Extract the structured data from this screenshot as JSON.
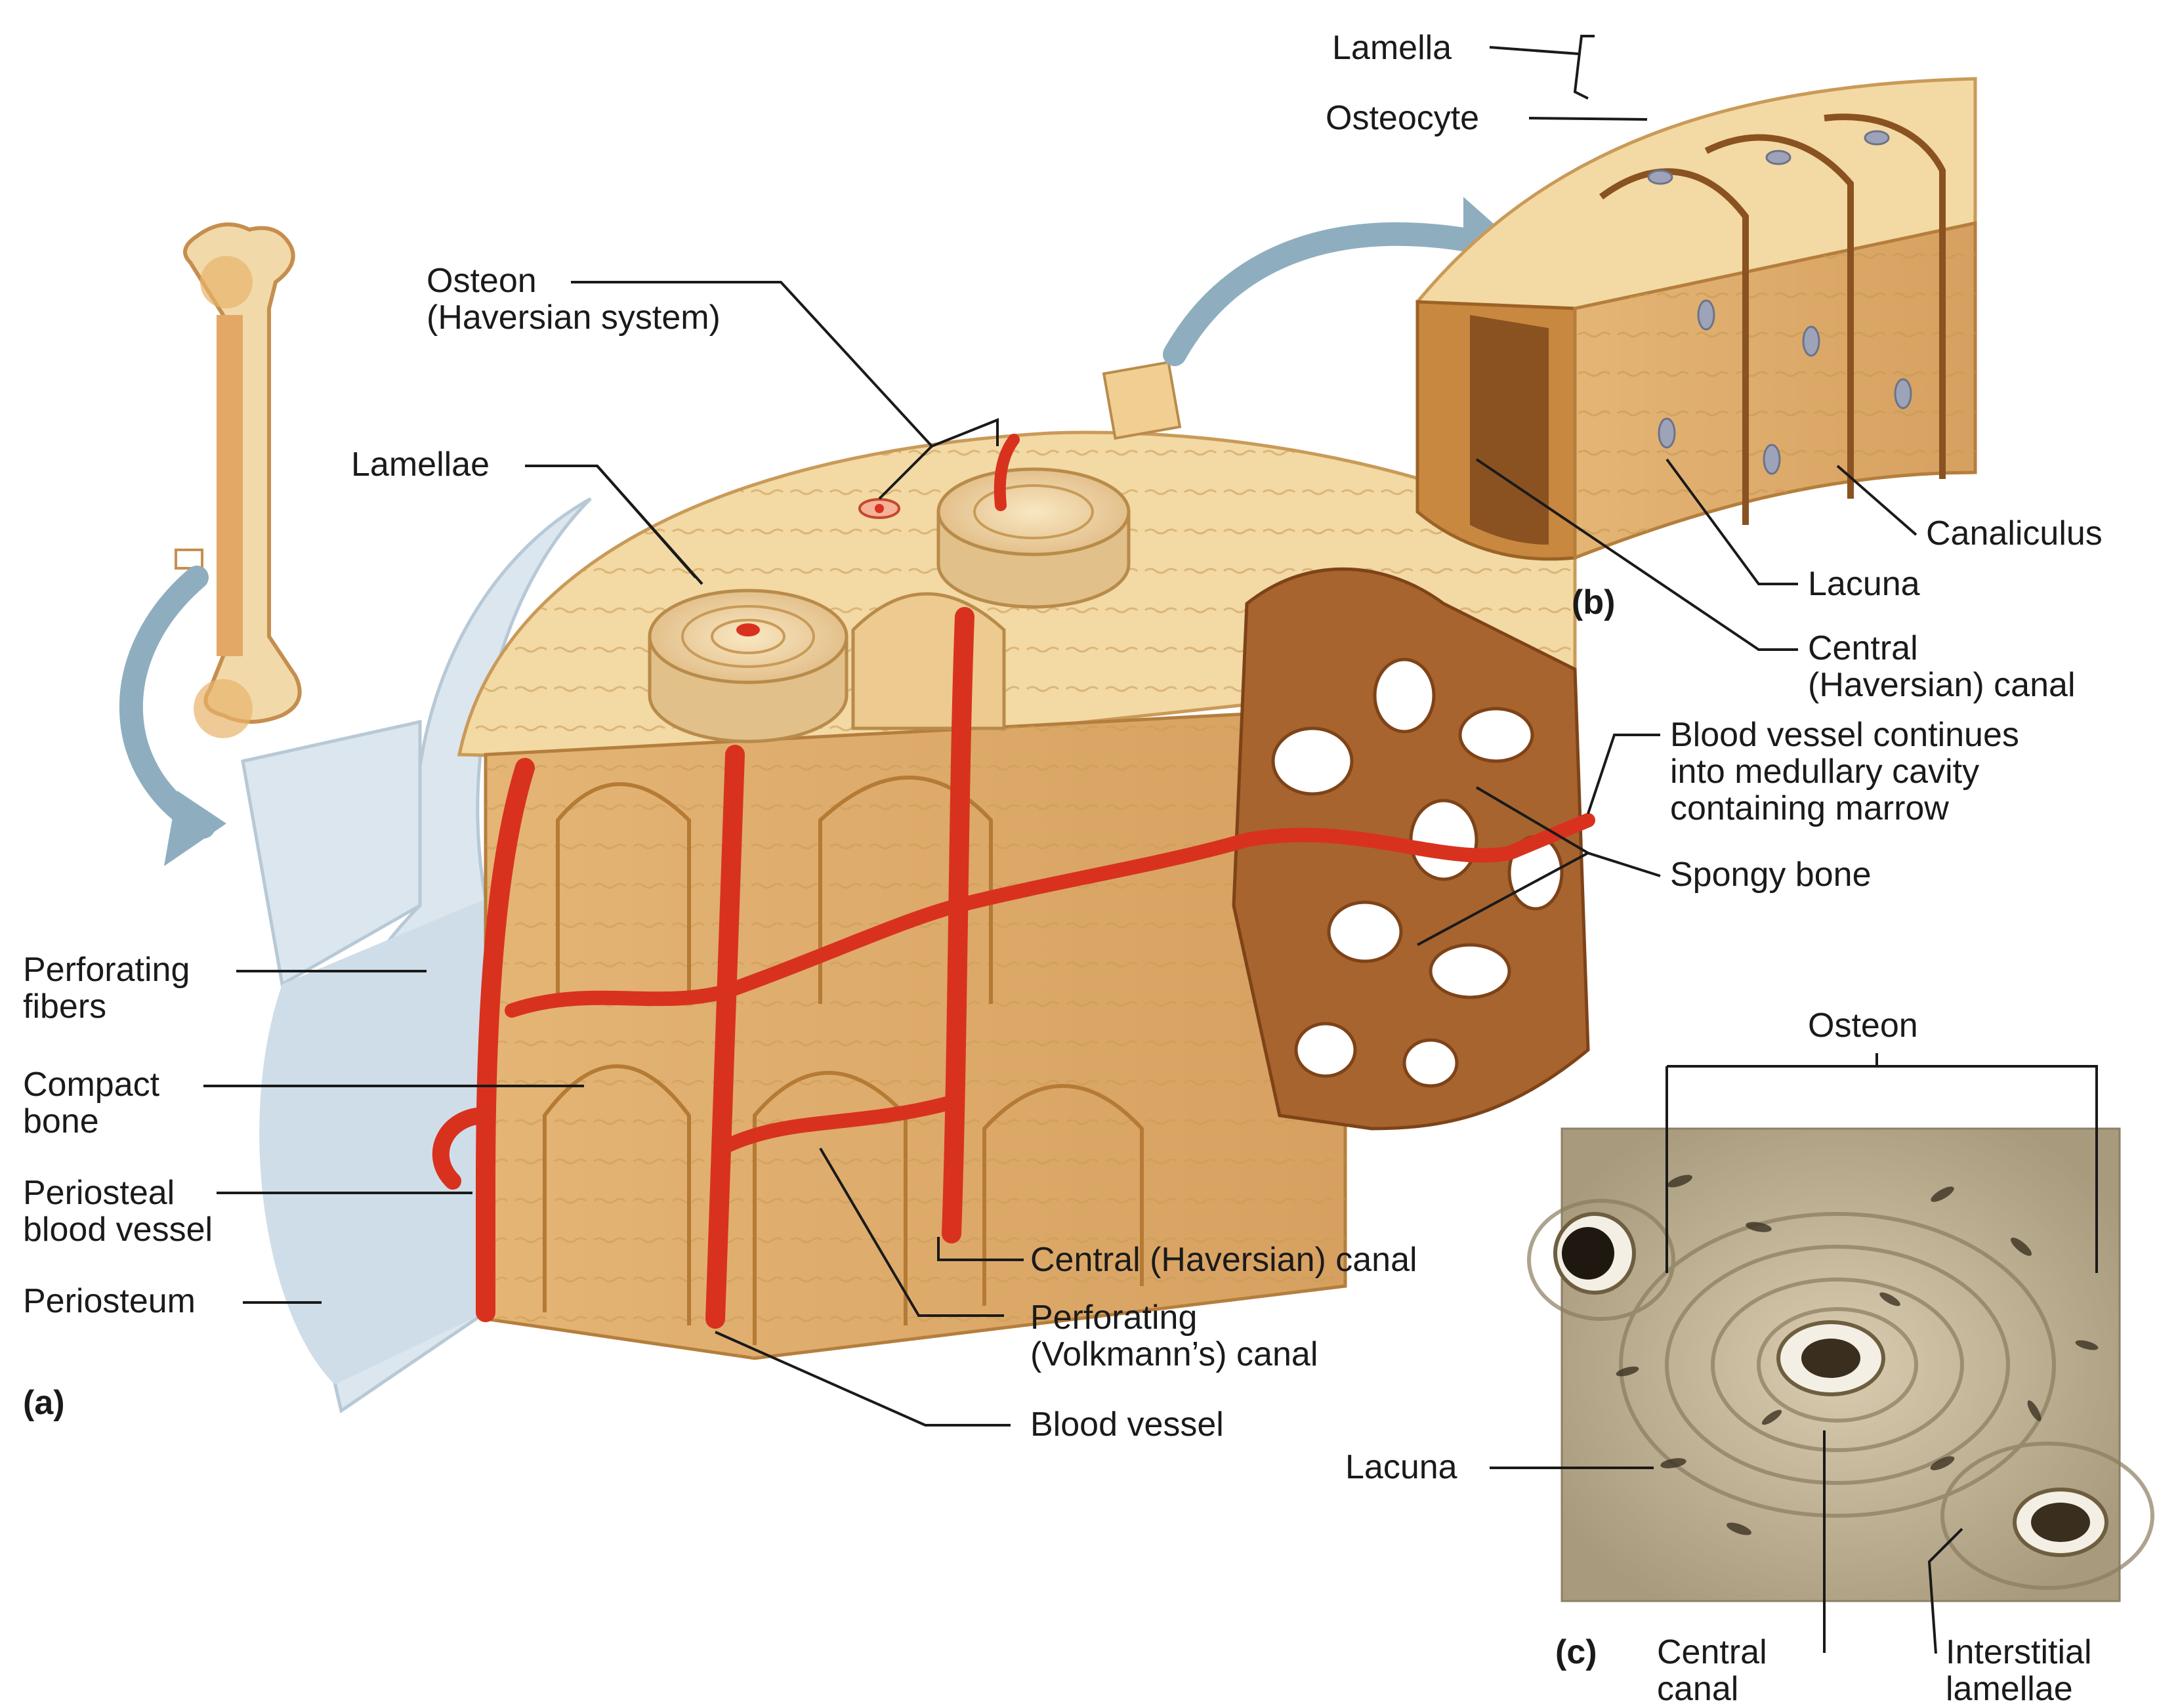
{
  "panels": {
    "a": "(a)",
    "b": "(b)",
    "c": "(c)"
  },
  "labels": {
    "lamella": "Lamella",
    "osteocyte": "Osteocyte",
    "osteon_haversian": "Osteon\n(Haversian system)",
    "lamellae": "Lamellae",
    "canaliculus": "Canaliculus",
    "lacuna_b": "Lacuna",
    "central_haversian_canal_b": "Central\n(Haversian) canal",
    "blood_vessel_continues": "Blood vessel continues\ninto medullary cavity\ncontaining marrow",
    "spongy_bone": "Spongy bone",
    "perforating_fibers": "Perforating\nfibers",
    "compact_bone": "Compact\nbone",
    "periosteal_blood_vessel": "Periosteal\nblood vessel",
    "periosteum": "Periosteum",
    "central_haversian_canal_a": "Central (Haversian) canal",
    "perforating_volkmann": "Perforating\n(Volkmann’s) canal",
    "blood_vessel": "Blood vessel",
    "osteon_c": "Osteon",
    "lacuna_c": "Lacuna",
    "central_canal_c": "Central\ncanal",
    "interstitial_lamellae": "Interstitial\nlamellae"
  },
  "colors": {
    "bone_light": "#f3d9a4",
    "bone_mid": "#e8bf7c",
    "bone_dark": "#c98f45",
    "vessel_red": "#d8321e",
    "periosteum_blue": "#dbe6ee",
    "arrow_blue": "#8eaec0",
    "spongy_brown": "#a8642e",
    "micrograph": "#c9bc9e"
  }
}
